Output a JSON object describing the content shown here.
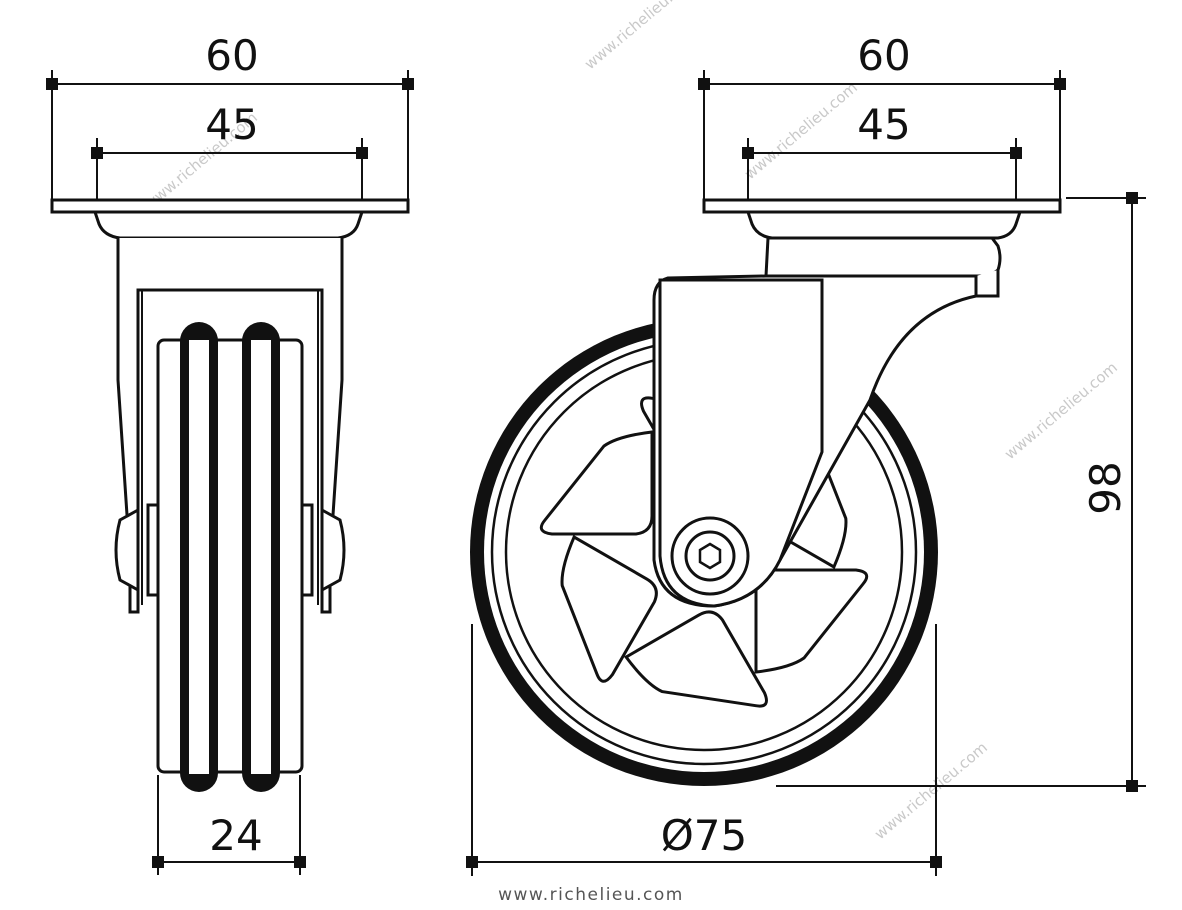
{
  "dimensions": {
    "plate_width_left": "60",
    "bolt_spacing_left": "45",
    "plate_width_right": "60",
    "bolt_spacing_right": "45",
    "overall_height": "98",
    "wheel_width": "24",
    "wheel_diameter": "Ø75"
  },
  "footer": {
    "website": "www.richelieu.com"
  },
  "watermark": {
    "text": "www.richelieu.com"
  }
}
